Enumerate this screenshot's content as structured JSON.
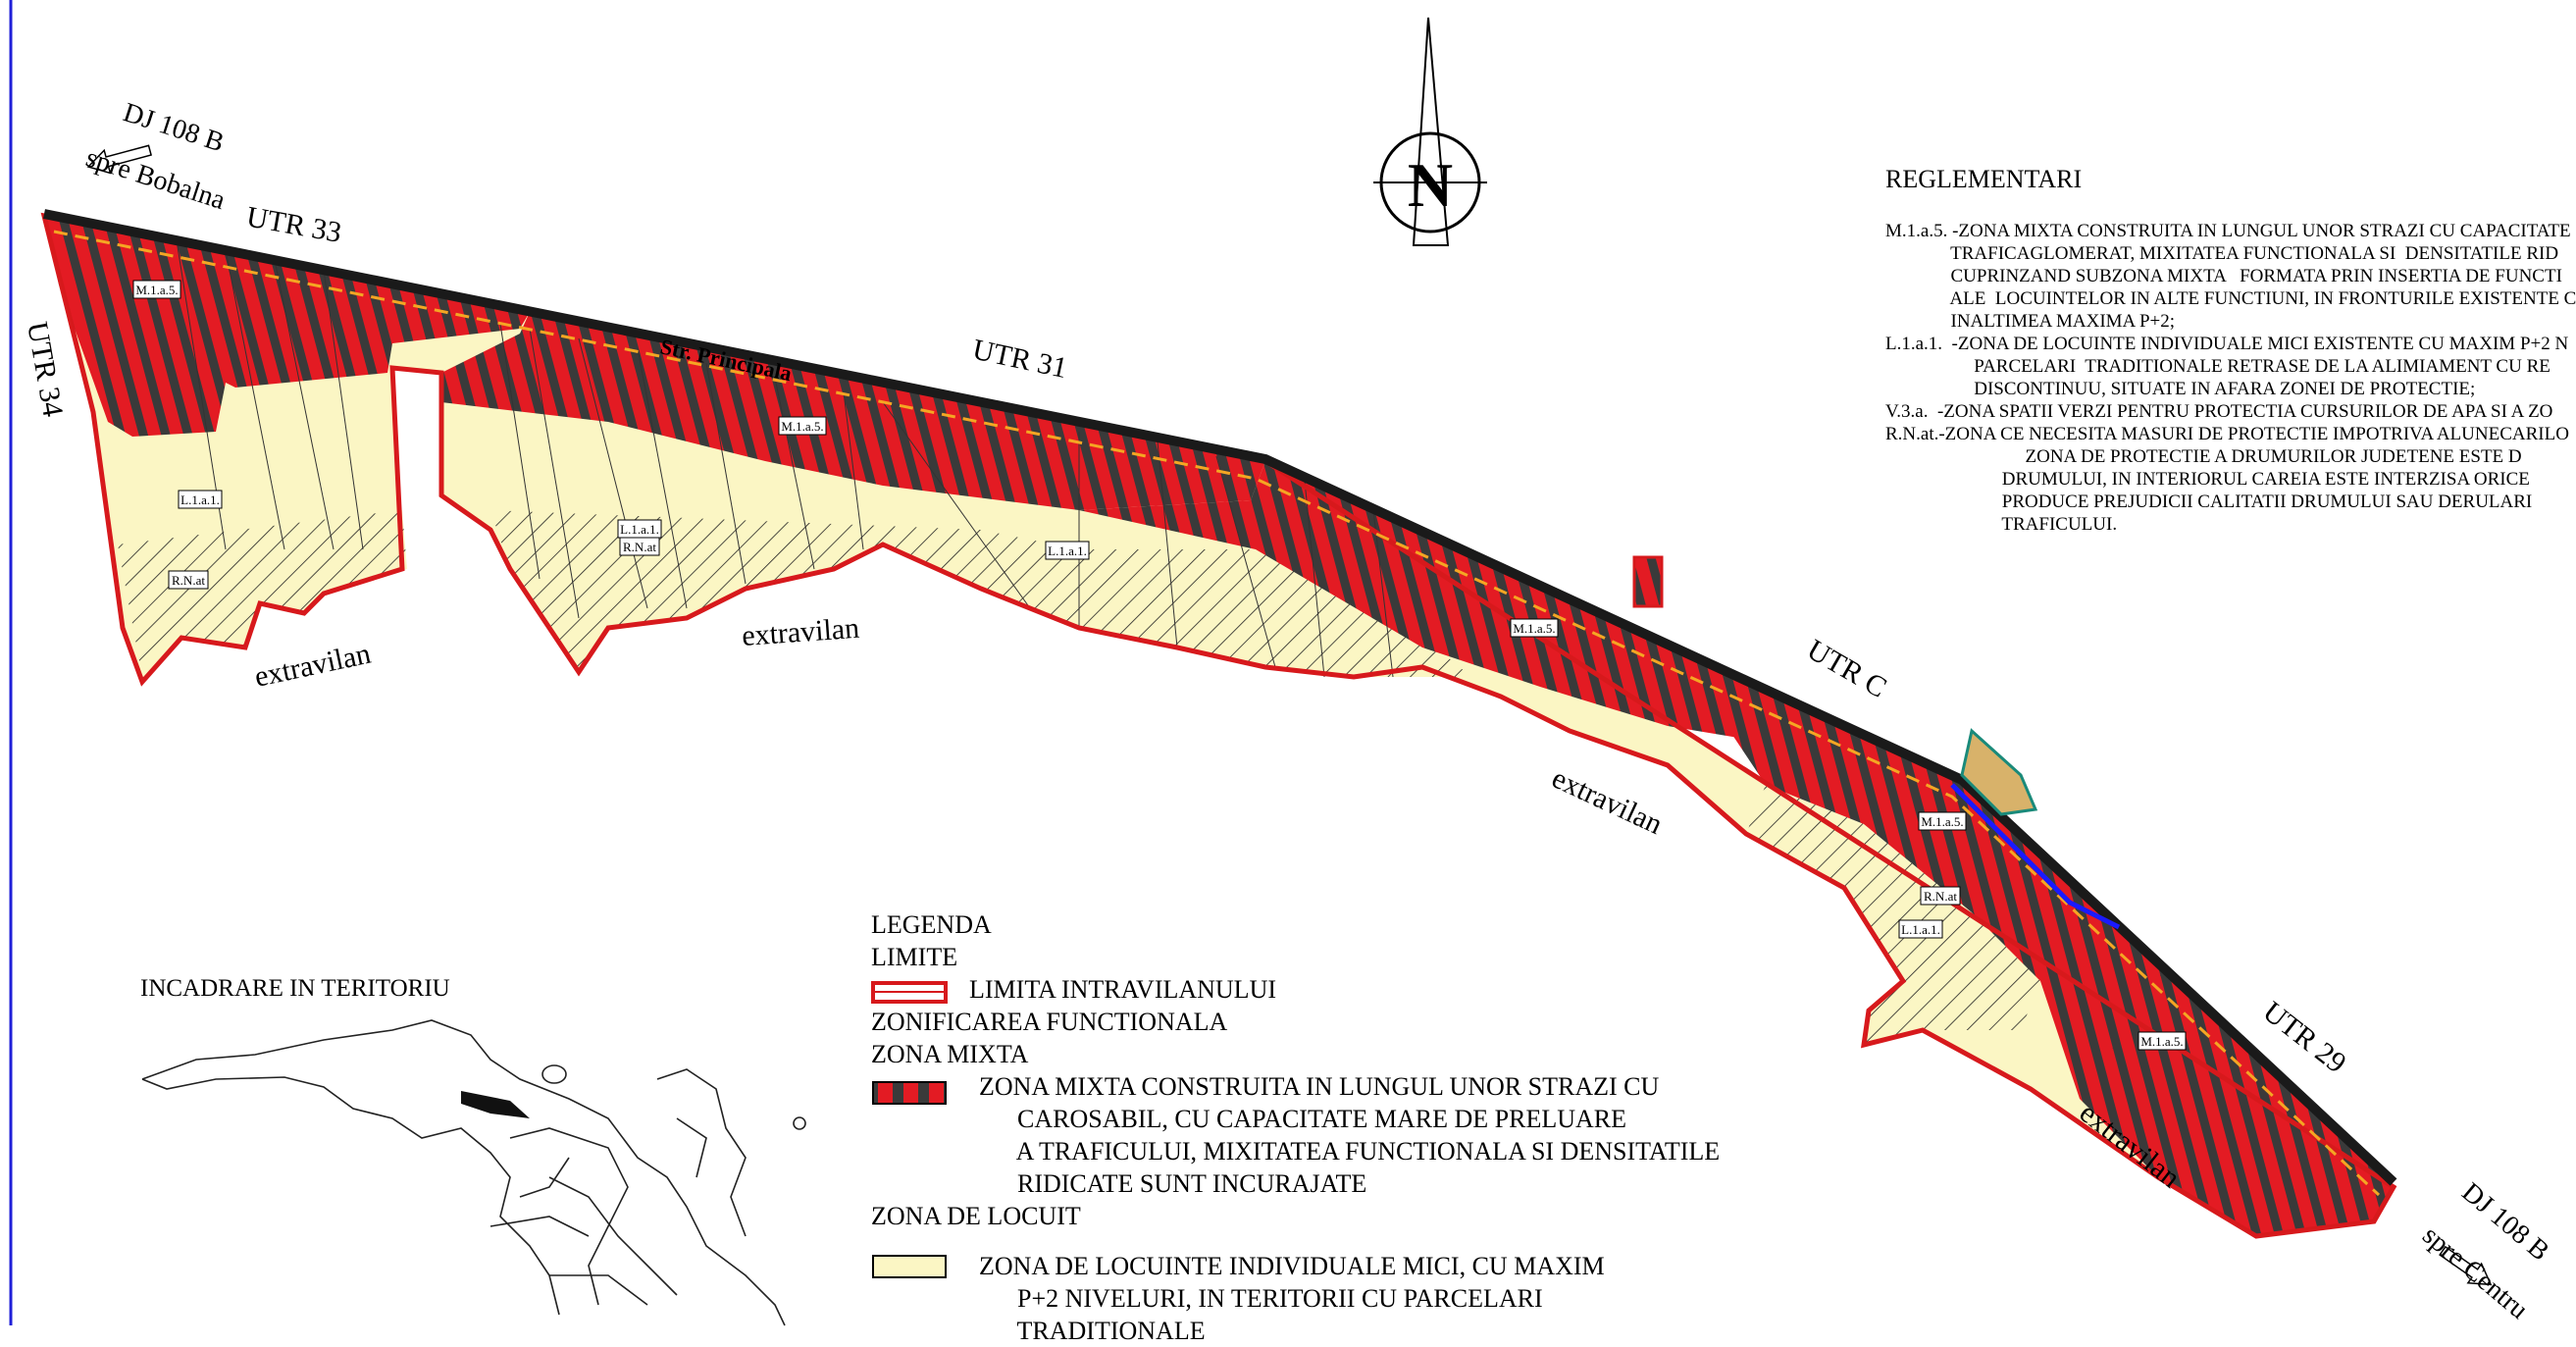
{
  "map": {
    "road_label_left": {
      "line1": "DJ 108 B",
      "line2": "spre Bobalna"
    },
    "road_label_right": {
      "line1": "DJ 108 B",
      "line2": "spre Centru"
    },
    "north_letter": "N",
    "utr_labels": [
      "UTR 33",
      "UTR 34",
      "UTR 31",
      "UTR C",
      "UTR 29"
    ],
    "extravilan_label": "extravilan",
    "street_name": "Str. Principala",
    "zone_tags": {
      "mixed": "M.1.a.5.",
      "residential": "L.1.a.1.",
      "risk": "R.N.at"
    },
    "colors": {
      "mixed_red": "#e31b23",
      "mixed_dark": "#3a3a3a",
      "residential": "#fbf6c4",
      "boundary": "#d7191c",
      "road": "#1a1a1a",
      "road_center": "#f5a623",
      "water": "#1a1aff",
      "frame": "#1f1fd8"
    }
  },
  "regulations": {
    "title": "REGLEMENTARI",
    "lines": [
      "M.1.a.5. -ZONA MIXTA CONSTRUITA IN LUNGUL UNOR STRAZI CU CAPACITATE",
      "              TRAFICAGLOMERAT, MIXITATEA FUNCTIONALA SI  DENSITATILE RID",
      "              CUPRINZAND SUBZONA MIXTA   FORMATA PRIN INSERTIA DE FUNCTI",
      "              ALE  LOCUINTELOR IN ALTE FUNCTIUNI, IN FRONTURILE EXISTENTE C",
      "              INALTIMEA MAXIMA P+2;",
      "L.1.a.1.  -ZONA DE LOCUINTE INDIVIDUALE MICI EXISTENTE CU MAXIM P+2 N",
      "                   PARCELARI  TRADITIONALE RETRASE DE LA ALIMIAMENT CU RE",
      "                   DISCONTINUU, SITUATE IN AFARA ZONEI DE PROTECTIE;",
      "V.3.a.  -ZONA SPATII VERZI PENTRU PROTECTIA CURSURILOR DE APA SI A ZO",
      "R.N.at.-ZONA CE NECESITA MASURI DE PROTECTIE IMPOTRIVA ALUNECARILO",
      "                              ZONA DE PROTECTIE A DRUMURILOR JUDETENE ESTE D",
      "                         DRUMULUI, IN INTERIORUL CAREIA ESTE INTERZISA ORICE",
      "                         PRODUCE PREJUDICII CALITATII DRUMULUI SAU DERULARI",
      "                         TRAFICULUI."
    ]
  },
  "legend": {
    "title": "LEGENDA",
    "limits_title": "LIMITE",
    "limit_item": "LIMITA INTRAVILANULUI",
    "zoning_title": "ZONIFICAREA FUNCTIONALA",
    "mixed_title": "ZONA MIXTA",
    "mixed_item": [
      "ZONA MIXTA CONSTRUITA IN LUNGUL UNOR STRAZI CU",
      "      CAROSABIL, CU CAPACITATE MARE DE PRELUARE",
      "      A TRAFICULUI, MIXITATEA FUNCTIONALA SI DENSITATILE",
      "      RIDICATE SUNT INCURAJATE"
    ],
    "residential_title": "ZONA DE LOCUIT",
    "residential_item": [
      "ZONA DE LOCUINTE INDIVIDUALE MICI, CU MAXIM",
      "      P+2 NIVELURI, IN TERITORII CU PARCELARI",
      "      TRADITIONALE"
    ]
  },
  "inset": {
    "title": "INCADRARE IN TERITORIU"
  }
}
